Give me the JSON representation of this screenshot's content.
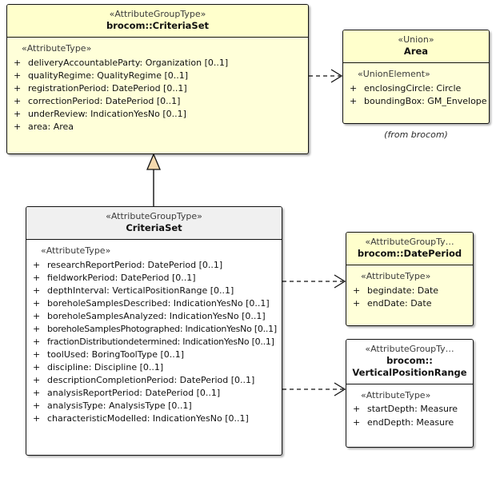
{
  "diagram": {
    "title": "brocom CriteriaSet UML class diagram",
    "colors": {
      "class_fill_yellow": "#ffffd9",
      "class_header_yellow": "#ffffcc",
      "class_fill_white": "#ffffff",
      "class_header_gray": "#f0f0f0",
      "border": "#111111",
      "generalization_fill": "#f5d9ae",
      "background": "#ffffff"
    }
  },
  "classes": {
    "brocom_criteriaset": {
      "stereotype": "«AttributeGroupType»",
      "name": "brocom::CriteriaSet",
      "group_stereotype": "«AttributeType»",
      "attributes": [
        {
          "visibility": "+",
          "signature": "deliveryAccountableParty: Organization [0..1]"
        },
        {
          "visibility": "+",
          "signature": "qualityRegime: QualityRegime [0..1]"
        },
        {
          "visibility": "+",
          "signature": "registrationPeriod: DatePeriod [0..1]"
        },
        {
          "visibility": "+",
          "signature": "correctionPeriod: DatePeriod [0..1]"
        },
        {
          "visibility": "+",
          "signature": "underReview: IndicationYesNo [0..1]"
        },
        {
          "visibility": "+",
          "signature": "area: Area"
        }
      ]
    },
    "area": {
      "stereotype": "«Union»",
      "name": "Area",
      "group_stereotype": "«UnionElement»",
      "attributes": [
        {
          "visibility": "+",
          "signature": "enclosingCircle: Circle"
        },
        {
          "visibility": "+",
          "signature": "boundingBox: GM_Envelope"
        }
      ],
      "caption": "(from brocom)"
    },
    "criteriaset": {
      "stereotype": "«AttributeGroupType»",
      "name": "CriteriaSet",
      "group_stereotype": "«AttributeType»",
      "attributes": [
        {
          "visibility": "+",
          "signature": "researchReportPeriod: DatePeriod [0..1]"
        },
        {
          "visibility": "+",
          "signature": "fieldworkPeriod: DatePeriod [0..1]"
        },
        {
          "visibility": "+",
          "signature": "depthInterval: VerticalPositionRange [0..1]"
        },
        {
          "visibility": "+",
          "signature": "boreholeSamplesDescribed: IndicationYesNo [0..1]"
        },
        {
          "visibility": "+",
          "signature": "boreholeSamplesAnalyzed: IndicationYesNo [0..1]"
        },
        {
          "visibility": "+",
          "signature": "boreholeSamplesPhotographed: IndicationYesNo [0..1]"
        },
        {
          "visibility": "+",
          "signature": "fractionDistributiondetermined: IndicationYesNo [0..1]"
        },
        {
          "visibility": "+",
          "signature": "toolUsed: BoringToolType [0..1]"
        },
        {
          "visibility": "+",
          "signature": "discipline: Discipline [0..1]"
        },
        {
          "visibility": "+",
          "signature": "descriptionCompletionPeriod: DatePeriod [0..1]"
        },
        {
          "visibility": "+",
          "signature": "analysisReportPeriod: DatePeriod [0..1]"
        },
        {
          "visibility": "+",
          "signature": "analysisType: AnalysisType [0..1]"
        },
        {
          "visibility": "+",
          "signature": "characteristicModelled: IndicationYesNo [0..1]"
        }
      ]
    },
    "dateperiod": {
      "stereotype": "«AttributeGroupTy…",
      "name": "brocom::DatePeriod",
      "group_stereotype": "«AttributeType»",
      "attributes": [
        {
          "visibility": "+",
          "signature": "begindate: Date"
        },
        {
          "visibility": "+",
          "signature": "endDate: Date"
        }
      ]
    },
    "verticalpositionrange": {
      "stereotype": "«AttributeGroupTy…",
      "name_line1": "brocom::",
      "name_line2": "VerticalPositionRange",
      "group_stereotype": "«AttributeType»",
      "attributes": [
        {
          "visibility": "+",
          "signature": "startDepth: Measure"
        },
        {
          "visibility": "+",
          "signature": "endDepth: Measure"
        }
      ]
    }
  },
  "relationships": [
    {
      "kind": "generalization",
      "from": "criteriaset",
      "to": "brocom_criteriaset"
    },
    {
      "kind": "dependency",
      "from": "brocom_criteriaset",
      "to": "area"
    },
    {
      "kind": "dependency",
      "from": "criteriaset",
      "to": "dateperiod"
    },
    {
      "kind": "dependency",
      "from": "criteriaset",
      "to": "verticalpositionrange"
    }
  ]
}
